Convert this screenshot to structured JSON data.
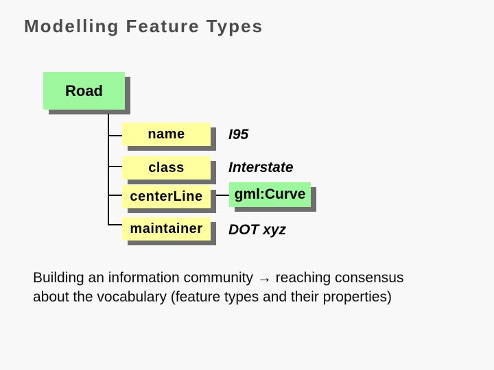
{
  "title": "Modelling Feature Types",
  "diagram": {
    "root": {
      "label": "Road"
    },
    "rows": [
      {
        "label": "name",
        "value": "I95",
        "value_style": "text"
      },
      {
        "label": "class",
        "value": "Interstate",
        "value_style": "text"
      },
      {
        "label": "centerLine",
        "value": "gml:Curve",
        "value_style": "green-box"
      },
      {
        "label": "maintainer",
        "value": "DOT xyz",
        "value_style": "text"
      }
    ]
  },
  "footer": {
    "line1": "Building an information community → reaching consensus",
    "line2": "about the vocabulary (feature types and their properties)"
  },
  "colors": {
    "node-green": "#9df79d",
    "node-yellow": "#ffff9e",
    "node-shadow": "#6e6e6e",
    "title-gray": "#4b4b4b"
  }
}
